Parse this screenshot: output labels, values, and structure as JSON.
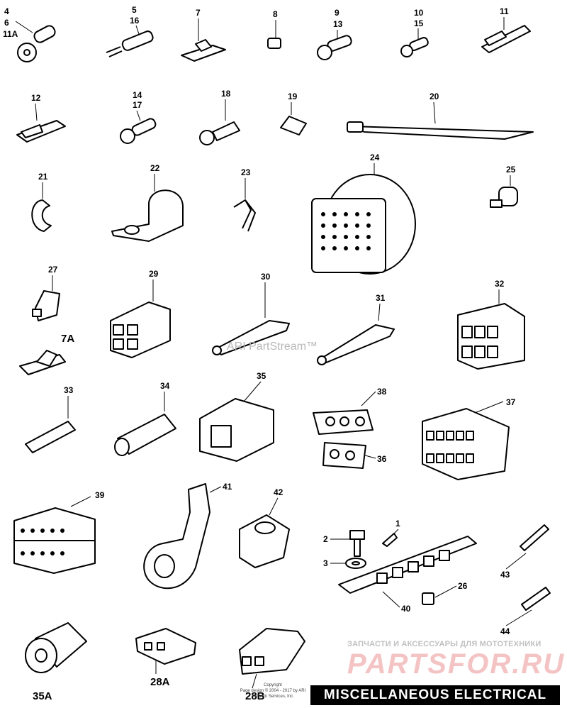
{
  "diagram": {
    "title": "MISCELLANEOUS ELECTRICAL",
    "callouts": [
      "4",
      "6",
      "11A",
      "5",
      "16",
      "7",
      "8",
      "9",
      "13",
      "10",
      "15",
      "11",
      "12",
      "14",
      "17",
      "18",
      "19",
      "20",
      "21",
      "22",
      "23",
      "24",
      "25",
      "27",
      "7A",
      "29",
      "30",
      "31",
      "32",
      "33",
      "34",
      "35",
      "38",
      "36",
      "37",
      "39",
      "41",
      "42",
      "1",
      "2",
      "3",
      "40",
      "26",
      "43",
      "44",
      "35A",
      "28A",
      "28B"
    ]
  },
  "watermarks": {
    "ari": "ARI PartStream™",
    "store": "ЗАПЧАСТИ И АКСЕССУАРЫ ДЛЯ МОТОТЕХНИКИ",
    "logo": "PARTSFOR.RU",
    "copyright_line1": "Copyright",
    "copyright_line2": "Page design © 2004 - 2017 by ARI Network Services, Inc."
  },
  "colors": {
    "ink": "#000000",
    "paper": "#ffffff",
    "logo_red": "#d62828",
    "watermark_gray": "#c0c0c0"
  }
}
